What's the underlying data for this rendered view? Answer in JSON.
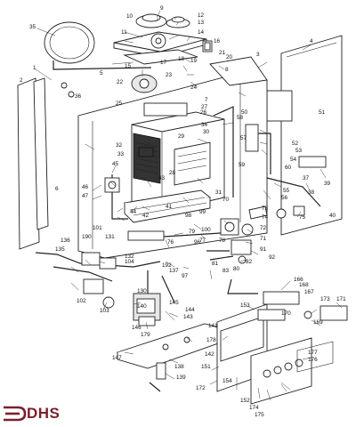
{
  "brand": {
    "logo_text": "DHS",
    "logo_color": "#7a1f2b"
  },
  "labels": [
    "1",
    "2",
    "3",
    "4",
    "5",
    "6",
    "7",
    "8",
    "9",
    "10",
    "11",
    "12",
    "13",
    "14",
    "15",
    "16",
    "17",
    "18",
    "19",
    "20",
    "21",
    "22",
    "23",
    "24",
    "25",
    "26",
    "27",
    "28",
    "29",
    "30",
    "31",
    "32",
    "33",
    "34",
    "35",
    "36",
    "37",
    "38",
    "39",
    "40",
    "41",
    "42",
    "43",
    "44",
    "45",
    "46",
    "47",
    "50",
    "51",
    "52",
    "53",
    "54",
    "55",
    "56",
    "57",
    "58",
    "59",
    "60",
    "70",
    "71",
    "72",
    "73",
    "74",
    "75",
    "76",
    "77",
    "78",
    "79",
    "80",
    "81",
    "82",
    "83",
    "91",
    "92",
    "96",
    "97",
    "98",
    "99",
    "100",
    "101",
    "102",
    "103",
    "104",
    "130",
    "131",
    "132",
    "135",
    "136",
    "137",
    "138",
    "139",
    "140",
    "141",
    "142",
    "143",
    "144",
    "145",
    "146",
    "147",
    "151",
    "152",
    "153",
    "154",
    "166",
    "167",
    "168",
    "169",
    "170",
    "171",
    "172",
    "173",
    "174",
    "175",
    "176",
    "177",
    "178",
    "179",
    "190",
    "192"
  ]
}
